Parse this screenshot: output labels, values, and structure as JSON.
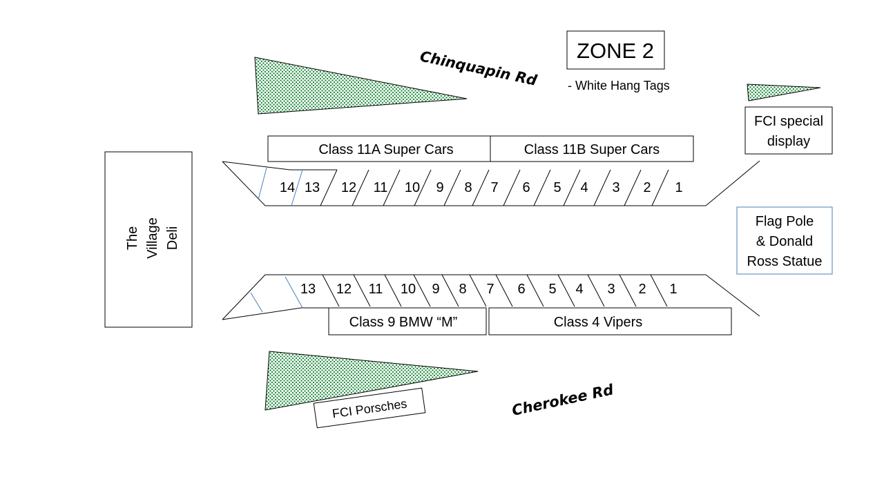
{
  "zone": {
    "title": "ZONE 2",
    "subtitle": "- White Hang Tags"
  },
  "roads": {
    "top": "Chinquapin Rd",
    "bottom": "Cherokee Rd"
  },
  "deli": {
    "line1": "The",
    "line2": "Village",
    "line3": "Deli"
  },
  "fci_display": {
    "line1": "FCI special",
    "line2": "display"
  },
  "flag_pole": {
    "line1": "Flag Pole",
    "line2": "& Donald",
    "line3": "Ross Statue"
  },
  "fci_porsches": "FCI Porsches",
  "top_row": {
    "class_left": "Class 11A Super Cars",
    "class_right": "Class 11B Super Cars",
    "spaces": [
      "14",
      "13",
      "12",
      "11",
      "10",
      "9",
      "8",
      "7",
      "6",
      "5",
      "4",
      "3",
      "2",
      "1"
    ]
  },
  "bottom_row": {
    "class_left": "Class 9 BMW “M”",
    "class_right": "Class 4 Vipers",
    "spaces": [
      "13",
      "12",
      "11",
      "10",
      "9",
      "8",
      "7",
      "6",
      "5",
      "4",
      "3",
      "2",
      "1"
    ]
  },
  "colors": {
    "island_fill": "#1f8a3c",
    "outline": "#000000",
    "flag_border": "#4a7fb5",
    "blue_line": "#4a7fb5"
  }
}
